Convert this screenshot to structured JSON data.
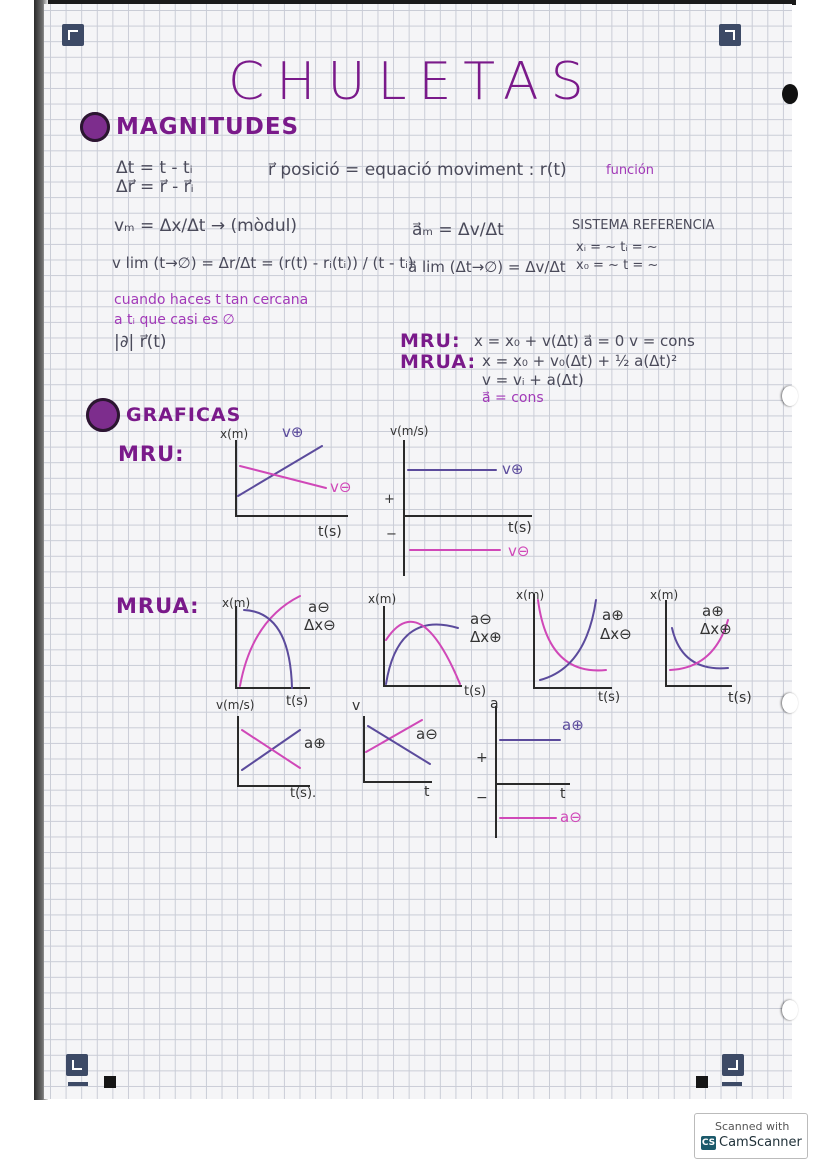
{
  "title": "CHULETAS",
  "sections": {
    "magnitudes": "MAGNITUDES",
    "graficas": "GRAFICAS"
  },
  "magnitudes": {
    "dt": "Δt = t - tᵢ",
    "dr": "Δr⃗ = r⃗ - r⃗ᵢ",
    "posicio": "r⃗ posició = equació moviment : r(t)",
    "funcion": "función",
    "vm": "vₘ = Δx/Δt → (mòdul)",
    "vlim": "v lim (t→∅) = Δr/Δt = (r(t) - rᵢ(tᵢ)) / (t - tᵢ)",
    "am": "a⃗ₘ = Δv/Δt",
    "alim": "a⃗ lim (Δt→∅) = Δv/Δt",
    "sistema": "SISTEMA REFERENCIA",
    "xi": "xᵢ = ~   tᵢ = ~",
    "x0": "x₀ = ~   t = ~",
    "cuando1": "cuando haces t tan cercana",
    "cuando2": "a tᵢ que casi es ∅",
    "modr": "|∂| r⃗(t)"
  },
  "formulas": {
    "mru_label": "MRU:",
    "mru": "x = x₀ + v(Δt)   a⃗ = 0   v = cons",
    "mrua_label": "MRUA:",
    "mrua1": "x = x₀ + v₀(Δt) + ½ a(Δt)²",
    "mrua2": "v = vᵢ + a(Δt)",
    "mrua3": "a⃗ = cons"
  },
  "graficas": {
    "mru_label": "MRU:",
    "mrua_label": "MRUA:",
    "x_axis": "x(m)",
    "v_axis": "v(m/s)",
    "v_short": "v",
    "a_axis": "a",
    "t_axis": "t(s)",
    "t_axis_dot": "t(s).",
    "t_short": "t",
    "v_pos": "v⊕",
    "v_neg": "v⊖",
    "plus": "+",
    "minus": "−",
    "a_neg": "a⊖",
    "a_pos": "a⊕",
    "dx_neg": "Δx⊖",
    "dx_pos": "Δx⊕"
  },
  "colors": {
    "purple_ink": "#7a1a8a",
    "pink_line": "#d048b8",
    "violet_line": "#5b4b9c",
    "grid": "#c9ccd6"
  },
  "watermark": {
    "top": "Scanned with",
    "logo": "CS",
    "name": "CamScanner"
  }
}
